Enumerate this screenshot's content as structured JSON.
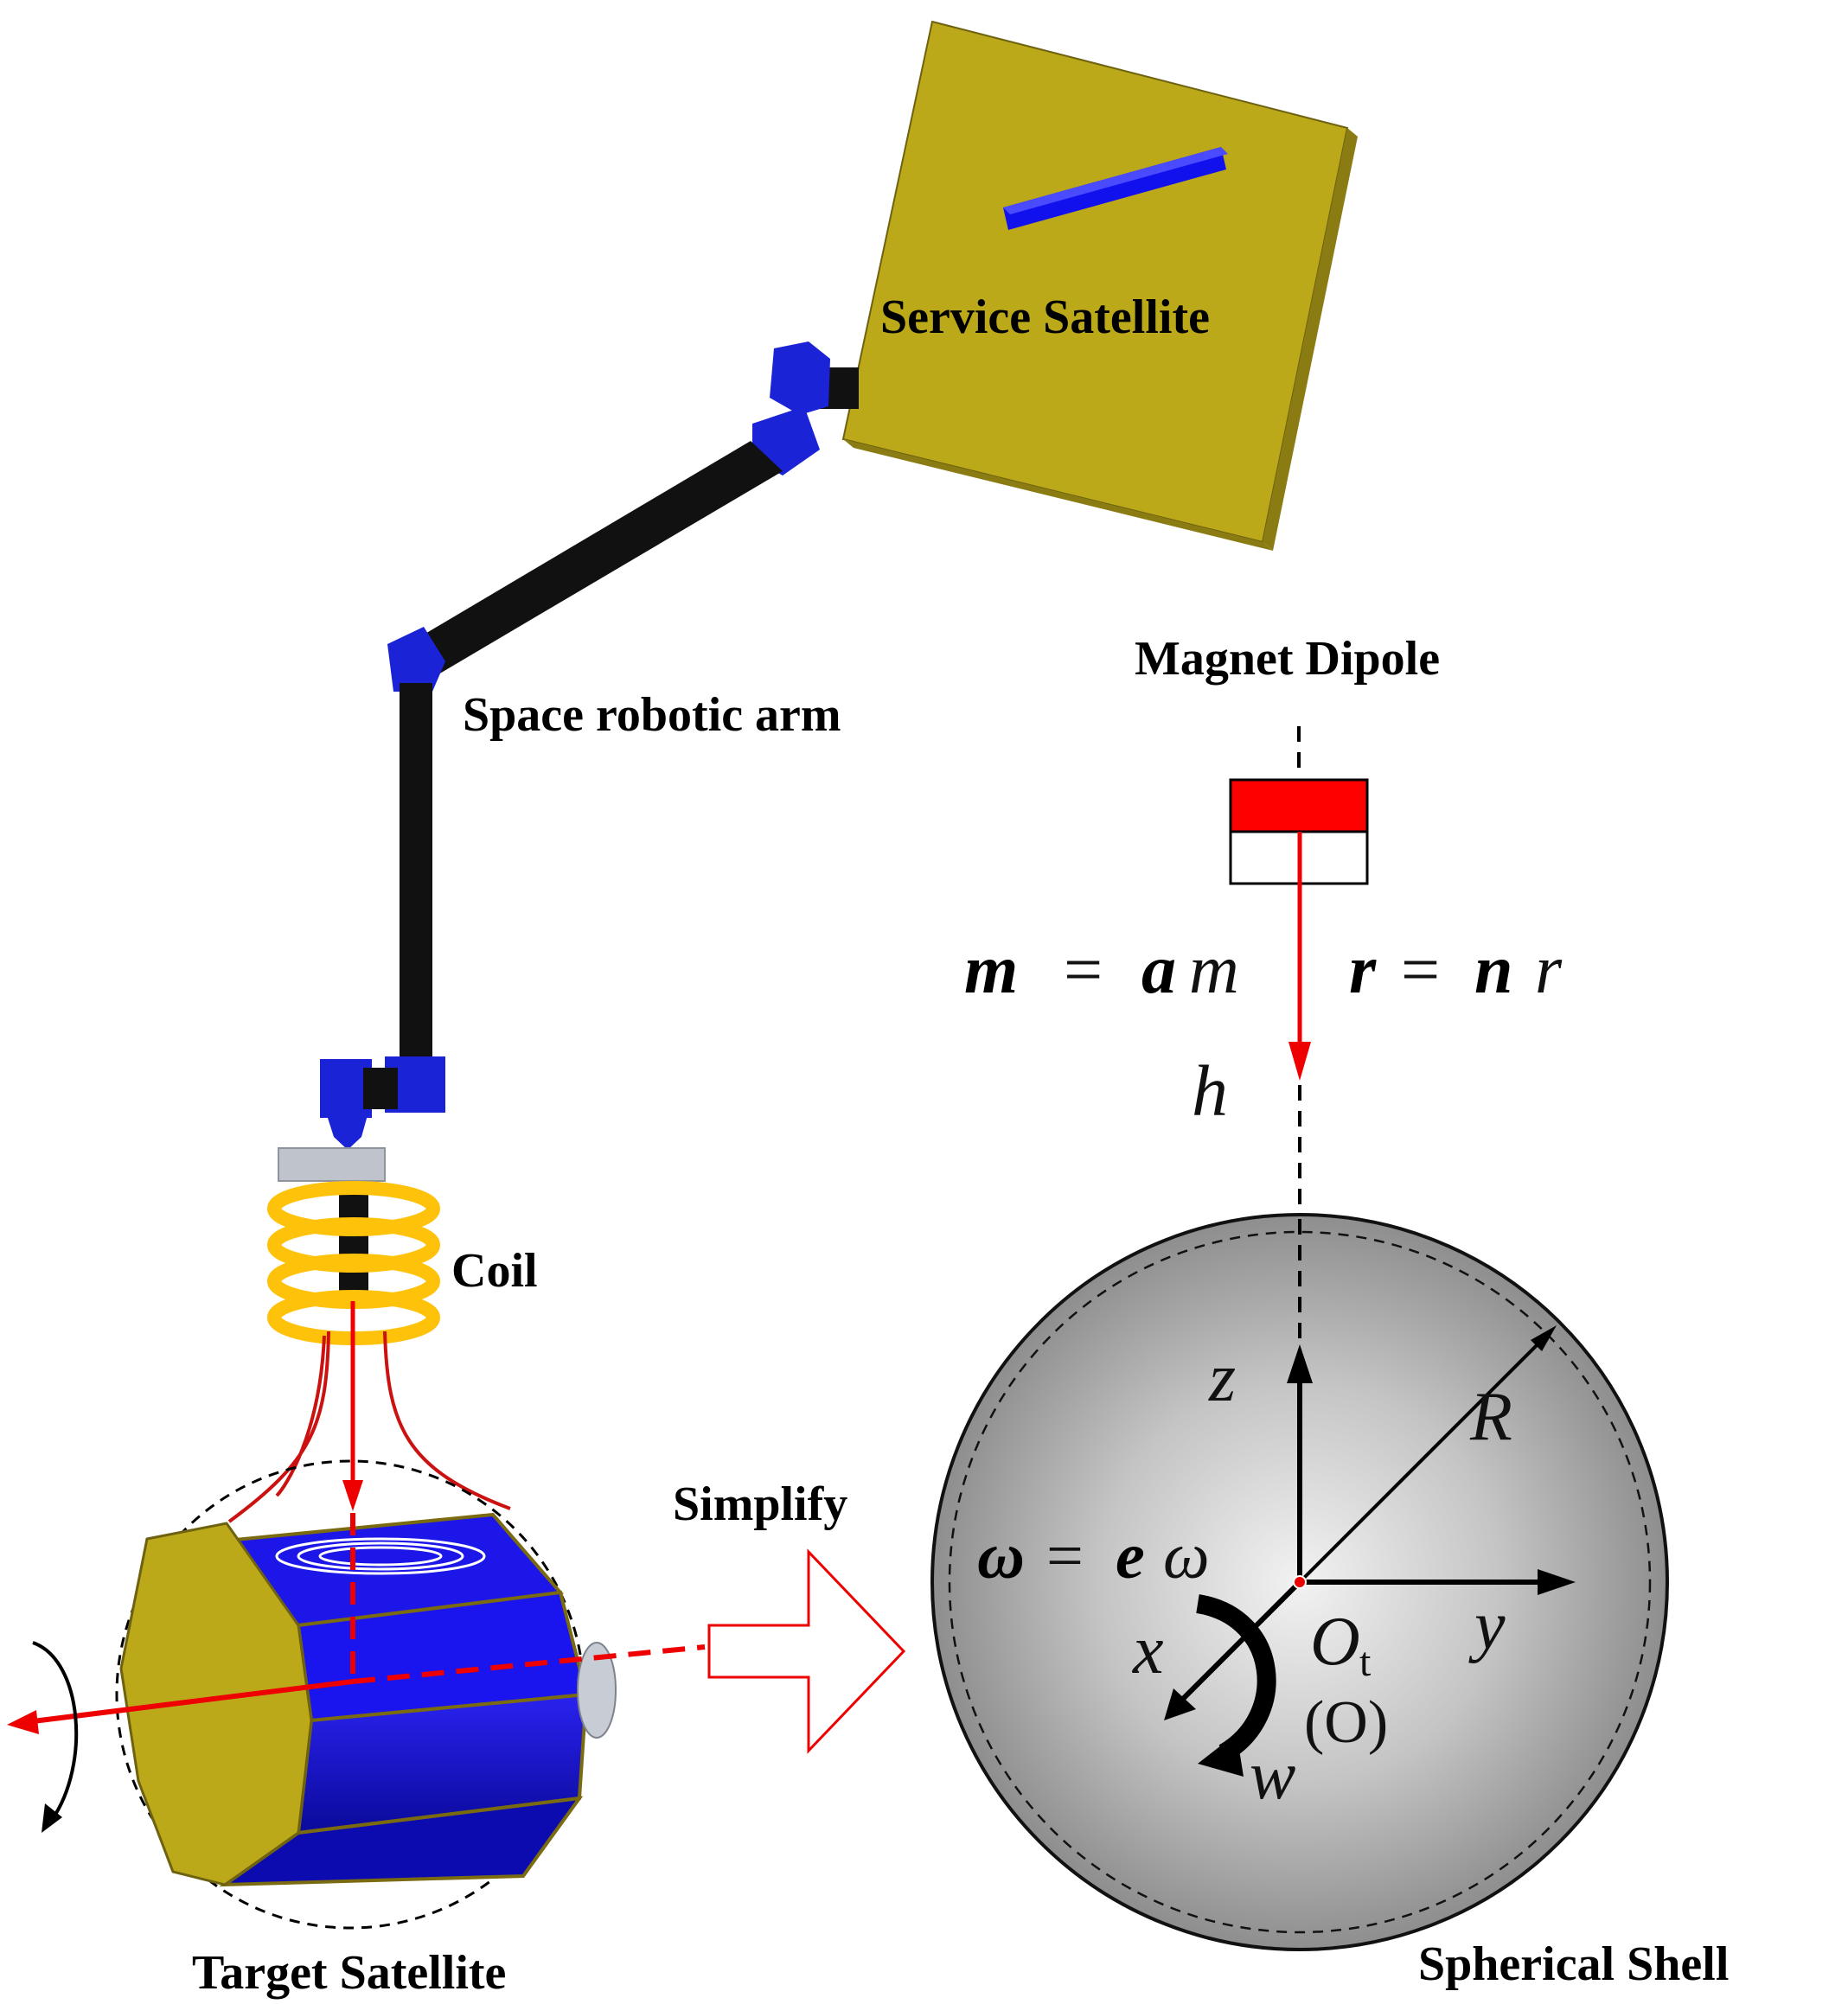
{
  "labels": {
    "service_satellite": "Service Satellite",
    "space_robotic_arm": "Space robotic arm",
    "magnet_dipole": "Magnet Dipole",
    "coil": "Coil",
    "simplify": "Simplify",
    "target_satellite": "Target Satellite",
    "spherical_shell": "Spherical Shell"
  },
  "math": {
    "m_lhs": "m",
    "m_eq": "=",
    "m_vec": "a",
    "m_scalar": "m",
    "r_lhs": "r",
    "r_eq": "=",
    "r_vec": "n",
    "r_scalar": "r",
    "h": "h",
    "z": "z",
    "y": "y",
    "x": "x",
    "R": "R",
    "omega_lhs": "ω",
    "omega_eq": "=",
    "omega_vec": "e",
    "omega_scalar": "ω",
    "origin": "O",
    "origin_sub": "t",
    "w": "w",
    "w_sup": "(O)"
  },
  "colors": {
    "satellite_gold": "#BCA91A",
    "arm_black": "#111111",
    "joint_blue": "#1A23D6",
    "body_blue": "#1410E0",
    "coil_yellow": "#FFC20A",
    "field_red": "#EE0000",
    "magnet_red": "#FF0000",
    "shell_gray": "#B8B8B8"
  }
}
